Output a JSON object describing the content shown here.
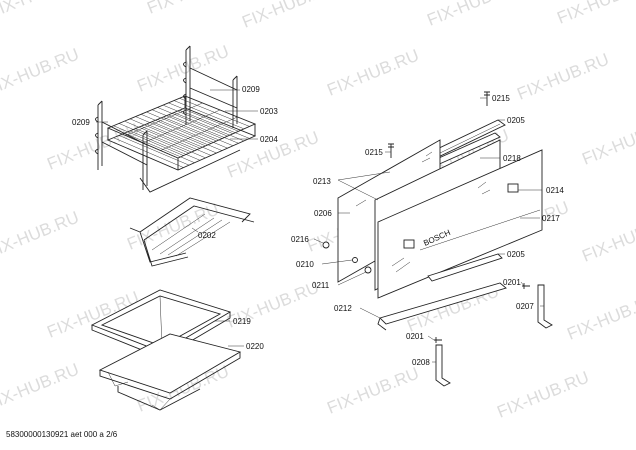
{
  "watermark": "FIX-HUB.RU",
  "footer_text": "58300000130921 aet 000 a 2/6",
  "brand_mark": "BOSCH",
  "part_labels": {
    "p0209a": "0209",
    "p0203": "0203",
    "p0209b": "0209",
    "p0204": "0204",
    "p0202": "0202",
    "p0219": "0219",
    "p0220": "0220",
    "p0215a": "0215",
    "p0205a": "0205",
    "p0215b": "0215",
    "p0218": "0218",
    "p0213": "0213",
    "p0214": "0214",
    "p0206": "0206",
    "p0217": "0217",
    "p0216": "0216",
    "p0210": "0210",
    "p0205b": "0205",
    "p0211": "0211",
    "p0212": "0212",
    "p0201a": "0201",
    "p0207": "0207",
    "p0201b": "0201",
    "p0208": "0208"
  },
  "colors": {
    "line": "#222222",
    "watermark": "#dcdcdc",
    "background": "#ffffff"
  }
}
